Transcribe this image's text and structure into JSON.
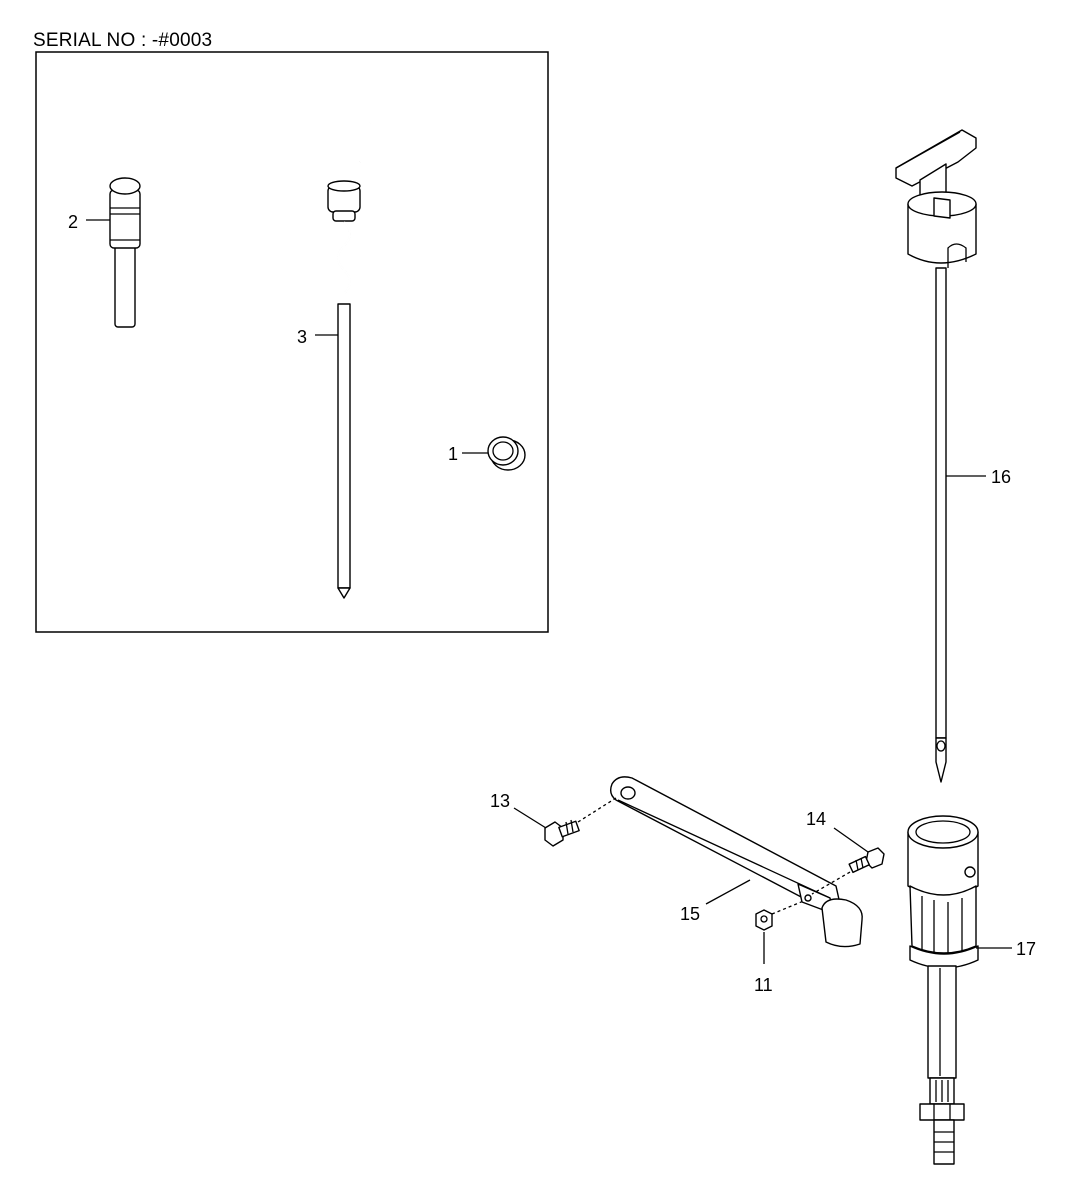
{
  "header": {
    "serial": "SERIAL NO : -#0003"
  },
  "inset": {
    "note": ""
  },
  "labels": {
    "p1": "1",
    "p2": "2",
    "p3": "3",
    "p11": "11",
    "p13": "13",
    "p14": "14",
    "p15": "15",
    "p16": "16",
    "p17": "17"
  },
  "parts": [
    {
      "id": "1",
      "icon": "cap-icon"
    },
    {
      "id": "2",
      "icon": "plug-icon"
    },
    {
      "id": "3",
      "icon": "dipstick-icon"
    },
    {
      "id": "11",
      "icon": "nut-icon"
    },
    {
      "id": "13",
      "icon": "bolt-icon"
    },
    {
      "id": "14",
      "icon": "bolt-icon"
    },
    {
      "id": "15",
      "icon": "bracket-icon"
    },
    {
      "id": "16",
      "icon": "dipstick-icon"
    },
    {
      "id": "17",
      "icon": "guide-tube-icon"
    }
  ]
}
